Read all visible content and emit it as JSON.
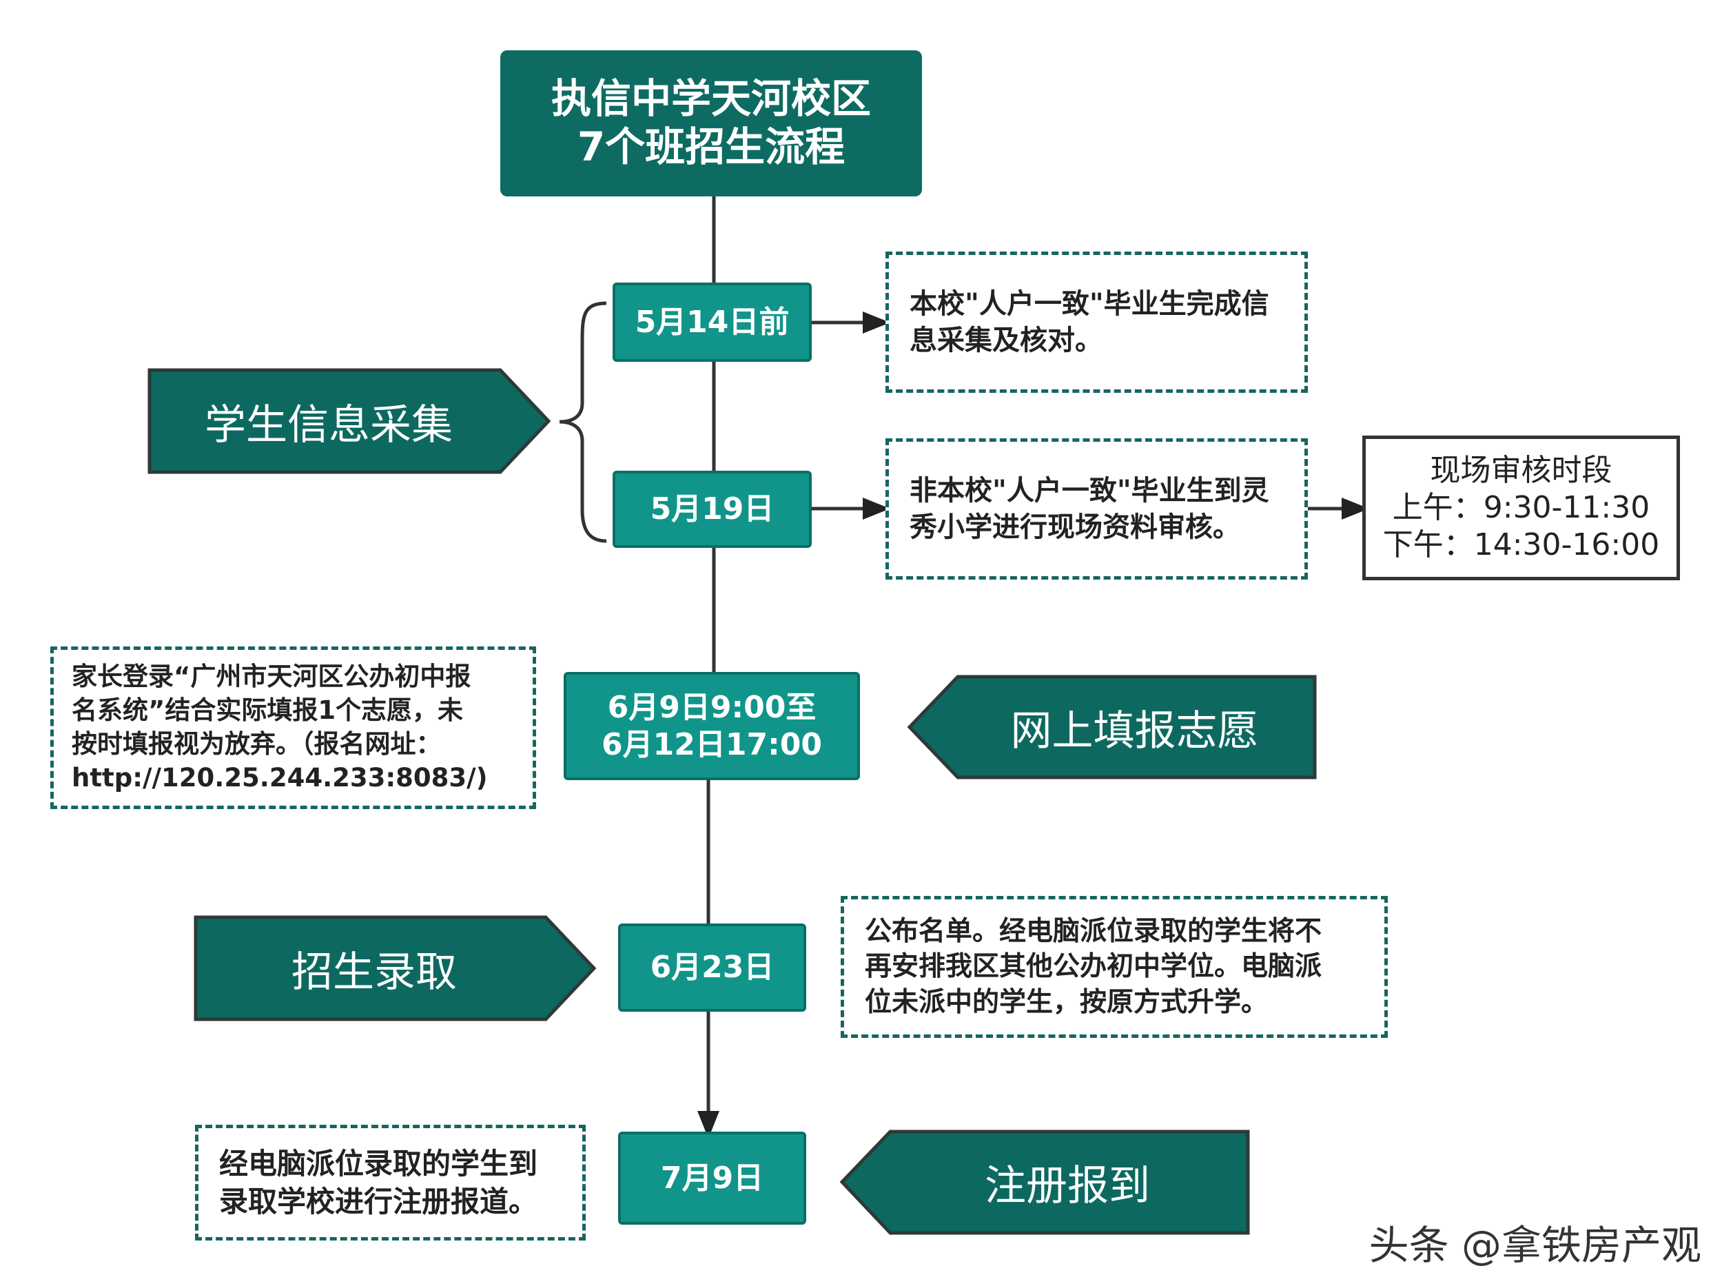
{
  "title": {
    "line1": "执信中学天河校区",
    "line2": "7个班招生流程"
  },
  "stages": {
    "info_collection": "学生信息采集",
    "online_apply": "网上填报志愿",
    "admission": "招生录取",
    "registration": "注册报到"
  },
  "dates": {
    "may14": "5月14日前",
    "may19": "5月19日",
    "jun9_line1": "6月9日9:00至",
    "jun9_line2": "6月12日17:00",
    "jun23": "6月23日",
    "jul9": "7月9日"
  },
  "notes": {
    "may14": [
      "本校\"人户一致\"毕业生完成信",
      "息采集及核对。"
    ],
    "may19": [
      "非本校\"人户一致\"毕业生到灵",
      "秀小学进行现场资料审核。"
    ],
    "online": [
      "家长登录“广州市天河区公办初中报",
      "名系统”结合实际填报1个志愿，未",
      "按时填报视为放弃。（报名网址：",
      "http://120.25.244.233:8083/)"
    ],
    "jun23": [
      "公布名单。经电脑派位录取的学生将不",
      "再安排我区其他公办初中学位。电脑派",
      "位未派中的学生，按原方式升学。"
    ],
    "jul9": [
      "经电脑派位录取的学生到",
      "录取学校进行注册报道。"
    ]
  },
  "review_time": {
    "title": "现场审核时段",
    "morning": "上午：9:30-11:30",
    "afternoon": "下午：14:30-16:00"
  },
  "watermark": "头条 @拿铁房产观",
  "colors": {
    "dark_teal": "#0e6b62",
    "teal": "#11958a",
    "stage_fill": "#0d6960",
    "stage_border": "#2c3a38"
  }
}
